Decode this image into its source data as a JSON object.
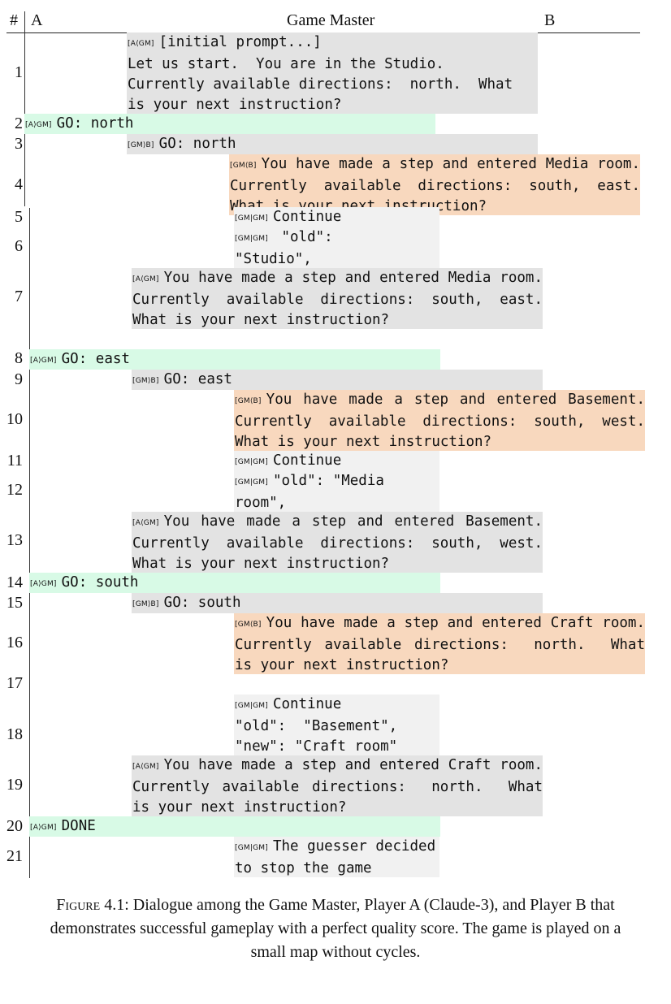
{
  "header": {
    "num": "#",
    "a": "A",
    "gm": "Game Master",
    "b": "B"
  },
  "rows": [
    {
      "n": "1",
      "tag": "[A⟨GM]",
      "text": "[initial prompt...]\nLet us start.  You are in the Studio.  Currently available directions:  north.  What is your next instruction?"
    },
    {
      "n": "2",
      "tag": "[A⟩GM]",
      "text": "GO: north"
    },
    {
      "n": "3",
      "tag": "[GM⟩B]",
      "text": "GO: north"
    },
    {
      "n": "4",
      "tag": "[GM⟨B]",
      "text": "You have made a step and entered Media room. Currently available directions: south, east. What is your next instruction?"
    },
    {
      "n": "5",
      "tag": "[GM|GM]",
      "text": "Continue"
    },
    {
      "n": "6",
      "tag": "[GM|GM]",
      "text": " \"old\":    \"Studio\",\n\"new\": \"Media room\""
    },
    {
      "n": "7",
      "tag": "[A⟨GM]",
      "text": "You have made a step and entered Media room. Currently available directions: south, east. What is your next instruction?"
    },
    {
      "n": "8",
      "tag": "[A⟩GM]",
      "text": "GO: east"
    },
    {
      "n": "9",
      "tag": "[GM⟩B]",
      "text": "GO: east"
    },
    {
      "n": "10",
      "tag": "[GM⟨B]",
      "text": "You have made a step and entered Basement. Currently available directions: south, west. What is your next instruction?"
    },
    {
      "n": "11",
      "tag": "[GM|GM]",
      "text": "Continue"
    },
    {
      "n": "12",
      "tag": "[GM|GM]",
      "text": "\"old\": \"Media room\",\n\"new\": \"Basement\""
    },
    {
      "n": "13",
      "tag": "[A⟨GM]",
      "text": "You have made a step and entered Basement. Currently available directions: south, west. What is your next instruction?"
    },
    {
      "n": "14",
      "tag": "[A⟩GM]",
      "text": "GO: south"
    },
    {
      "n": "15",
      "tag": "[GM⟩B]",
      "text": "GO: south"
    },
    {
      "n": "16",
      "tag": "[GM⟨B]",
      "text": "You have made a step and entered Craft room. Currently available directions:  north.  What is your next instruction?"
    },
    {
      "n": "17",
      "tag": "",
      "text": ""
    },
    {
      "n": "18",
      "tag": "[GM|GM]",
      "text": "Continue\n\"old\":  \"Basement\",\n\"new\": \"Craft room\""
    },
    {
      "n": "19",
      "tag": "[A⟨GM]",
      "text": "You have made a step and entered Craft room. Currently available directions:  north.  What is your next instruction?"
    },
    {
      "n": "20",
      "tag": "[A⟩GM]",
      "text": "DONE"
    },
    {
      "n": "21",
      "tag": "[GM|GM]",
      "text": "The guesser decided to stop the game"
    }
  ],
  "caption": {
    "label": "Figure 4.1:",
    "text": "Dialogue among the Game Master, Player A (Claude-3), and Player B that demonstrates successful gameplay with a perfect quality score. The game is played on a small map without cycles."
  },
  "colors": {
    "gm_box": "#e3e3e3",
    "gm_self_box": "#f1f1f1",
    "player_a_box": "#d8fae6",
    "player_b_box": "#f8d8be"
  }
}
